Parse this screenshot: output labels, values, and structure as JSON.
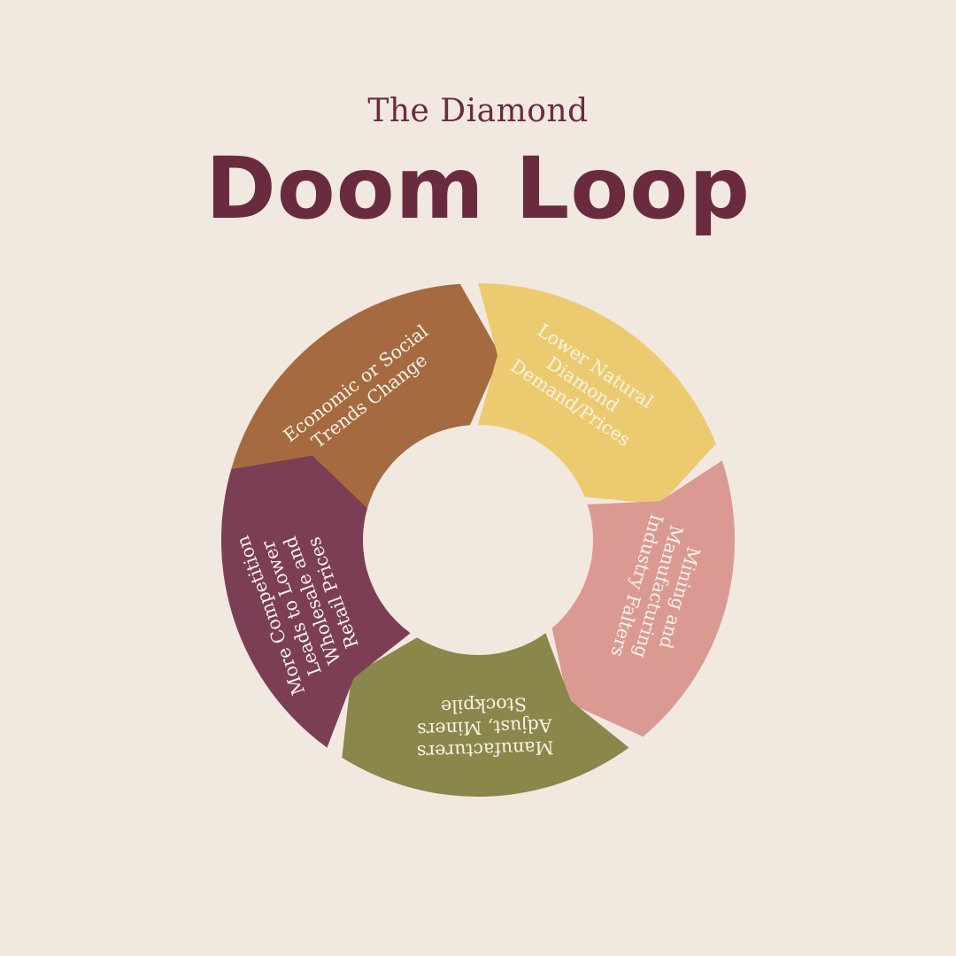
{
  "heading": {
    "subtitle": "The Diamond",
    "title": "Doom Loop"
  },
  "colors": {
    "background": "#f1e8e0",
    "title": "#6b2b3f"
  },
  "segments": [
    {
      "lines": [
        "Economic or Social",
        "Trends Change"
      ],
      "color": "#a56a3f"
    },
    {
      "lines": [
        "Lower Natural",
        "Diamond",
        "Demand/Prices"
      ],
      "color": "#eccb70"
    },
    {
      "lines": [
        "Mining and",
        "Manufacturing",
        "Industry Falters"
      ],
      "color": "#da9a91"
    },
    {
      "lines": [
        "Manufacturers",
        "Adjust, Miners",
        "Stockpile"
      ],
      "color": "#8a874b"
    },
    {
      "lines": [
        "More Competition",
        "Leads to Lower",
        "Wholesale and",
        "Retail Prices"
      ],
      "color": "#7b3e54"
    }
  ]
}
